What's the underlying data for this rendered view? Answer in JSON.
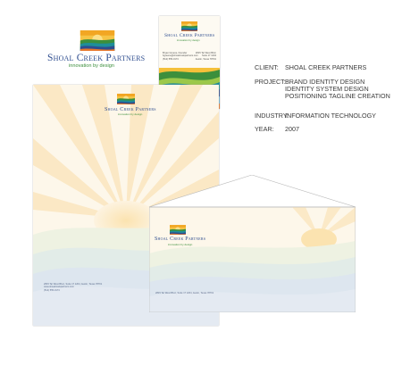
{
  "brand": {
    "name": "Shoal Creek Partners",
    "tagline": "innovation by design"
  },
  "business_card": {
    "contact_lines": [
      "Bryan Greene, Founder",
      "bgreene@shoalcreekpartners.com",
      "(512) 555-0174"
    ],
    "address_lines": [
      "2815 Tar West Blvd.",
      "Suite 17 1204",
      "Austin, Texas 78701"
    ]
  },
  "letterhead": {
    "footer_lines": [
      "2815 Tar West Blvd., Suite 17 1204, Austin, Texas 78701",
      "www.shoalcreekpartners.com",
      "(512) 555-0174"
    ]
  },
  "envelope": {
    "return_address": "2815 Tar West Blvd., Suite 17 1204, Austin, Texas 78701"
  },
  "project_info": [
    {
      "label": "CLIENT:",
      "value": [
        "SHOAL CREEK PARTNERS"
      ]
    },
    {
      "label": "PROJECT:",
      "value": [
        "BRAND IDENTITY DESIGN",
        "IDENTITY SYSTEM DESIGN",
        "POSITIONING TAGLINE CREATION"
      ]
    },
    {
      "label": "INDUSTRY:",
      "value": [
        "INFORMATION TECHNOLOGY"
      ]
    },
    {
      "label": "YEAR:",
      "value": [
        "2007"
      ]
    }
  ],
  "colors": {
    "navy": "#2e4d8f",
    "green": "#3c8f3c",
    "sun": "#f2a623",
    "teal": "#1e8e9a",
    "orange": "#e7772b"
  }
}
